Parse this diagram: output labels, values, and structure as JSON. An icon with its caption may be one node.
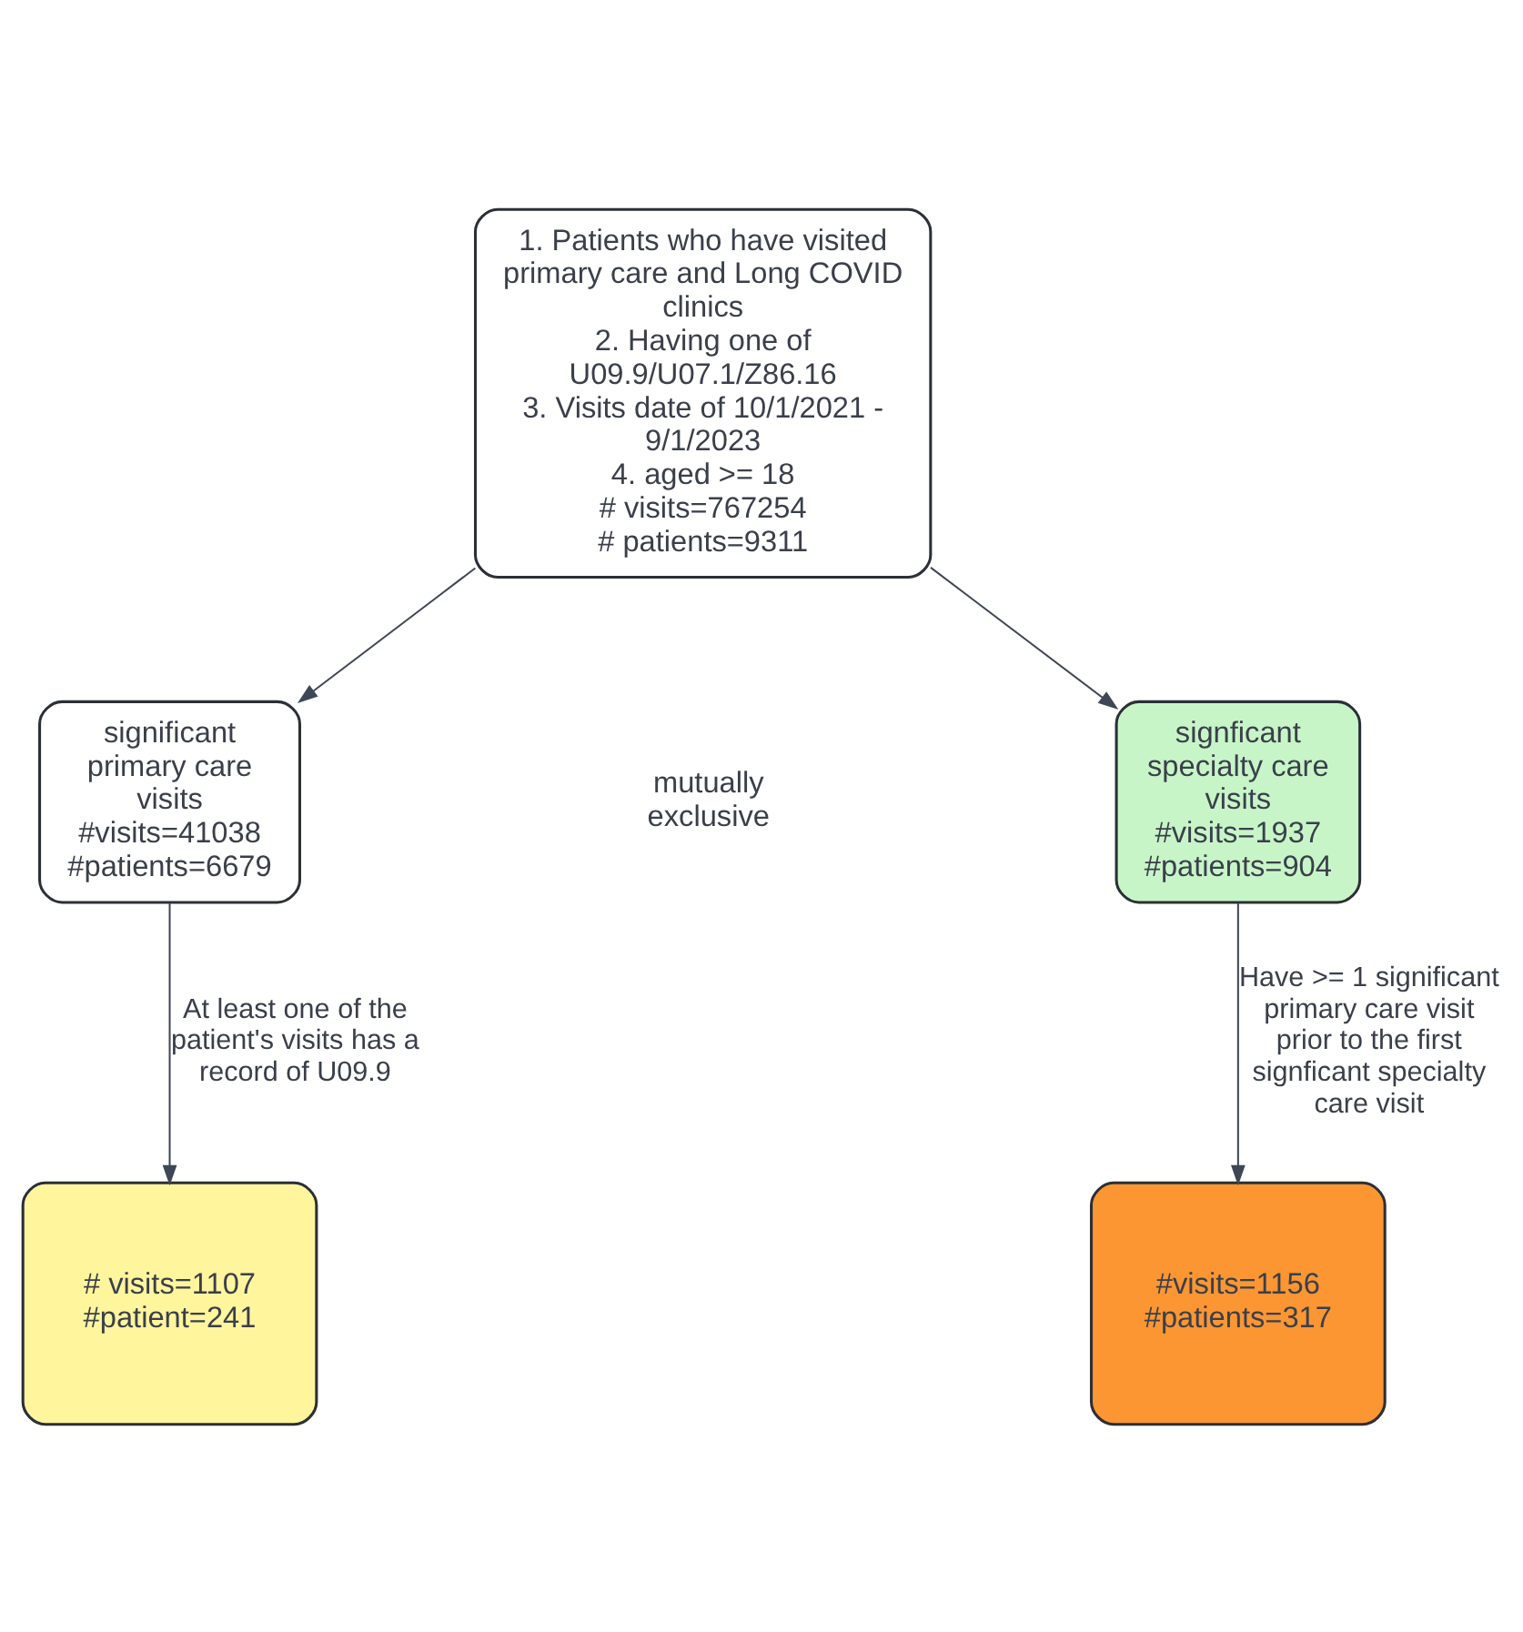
{
  "diagram": {
    "nodes": [
      {
        "text": [
          "1. Patients who have visited primary care and Long COVID clinics",
          "2. Having one of U09.9/U07.1/Z86.16",
          "3. Visits date of 10/1/2021 - 9/1/2023",
          "4. aged >= 18",
          "# visits=767254",
          "# patients=9311"
        ]
      },
      {
        "text": [
          "significant primary care visits",
          "#visits=41038",
          "#patients=6679"
        ]
      },
      {
        "text": [
          "signficant specialty care visits",
          "#visits=1937",
          "#patients=904"
        ]
      },
      {
        "text": [
          "# visits=1107",
          "#patient=241"
        ]
      },
      {
        "text": [
          "#visits=1156",
          "#patients=317"
        ]
      }
    ],
    "edges": [
      {
        "from": 0,
        "to": 1,
        "arrow": "to"
      },
      {
        "from": 0,
        "to": 2,
        "arrow": "to"
      },
      {
        "from": 1,
        "to": 3,
        "arrow": "to",
        "label": "At least one of the patient's visits has a record of U09.9"
      },
      {
        "from": 2,
        "to": 4,
        "arrow": "to",
        "label": "Have >= 1 significant primary care visit prior to the first signficant specialty care visit"
      }
    ],
    "labels": [
      "mutually exclusive"
    ]
  }
}
